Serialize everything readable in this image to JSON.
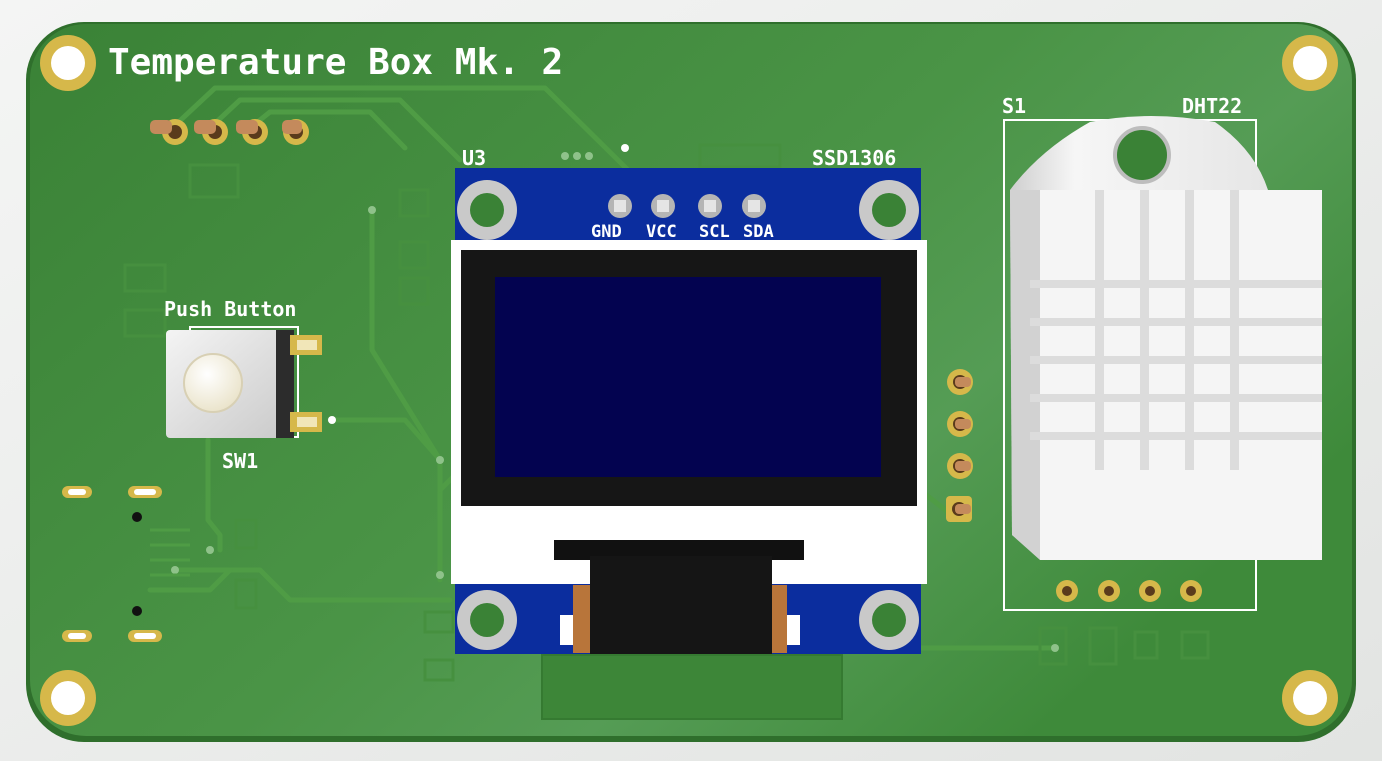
{
  "board": {
    "title": "Temperature Box Mk. 2",
    "colors": {
      "pcb": "#3f8a3c",
      "trace": "#4e9a44",
      "pad": "#d6b84a",
      "display_blue": "#0b2d9e",
      "screen": "#030350",
      "sensor": "#f1f1f1"
    }
  },
  "components": {
    "display": {
      "ref": "U3",
      "model": "SSD1306",
      "pins": [
        "GND",
        "VCC",
        "SCL",
        "SDA"
      ]
    },
    "button": {
      "ref": "SW1",
      "label": "Push Button"
    },
    "sensor": {
      "ref": "S1",
      "model": "DHT22"
    }
  }
}
